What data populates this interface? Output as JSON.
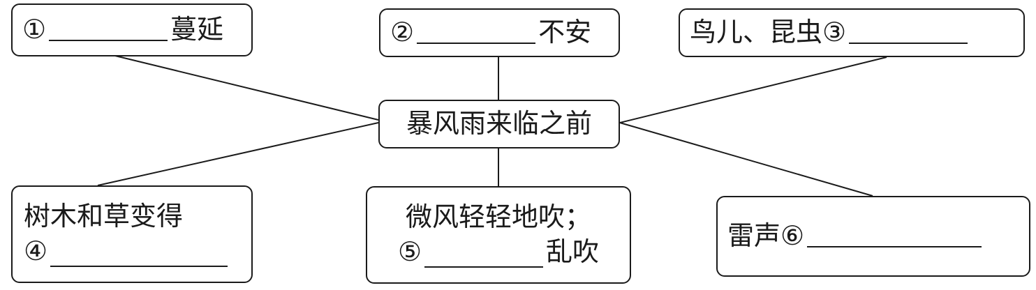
{
  "center": {
    "label": "暴风雨来临之前"
  },
  "nodes": {
    "n1": {
      "marker": "①",
      "after": "蔓延"
    },
    "n2": {
      "marker": "②",
      "after": "不安"
    },
    "n3": {
      "before": "鸟儿、昆虫",
      "marker": "③"
    },
    "n4": {
      "line1": "树木和草变得",
      "marker": "④"
    },
    "n5": {
      "line1": "微风轻轻地吹；",
      "marker": "⑤",
      "after": "乱吹"
    },
    "n6": {
      "before": "雷声",
      "marker": "⑥"
    }
  }
}
